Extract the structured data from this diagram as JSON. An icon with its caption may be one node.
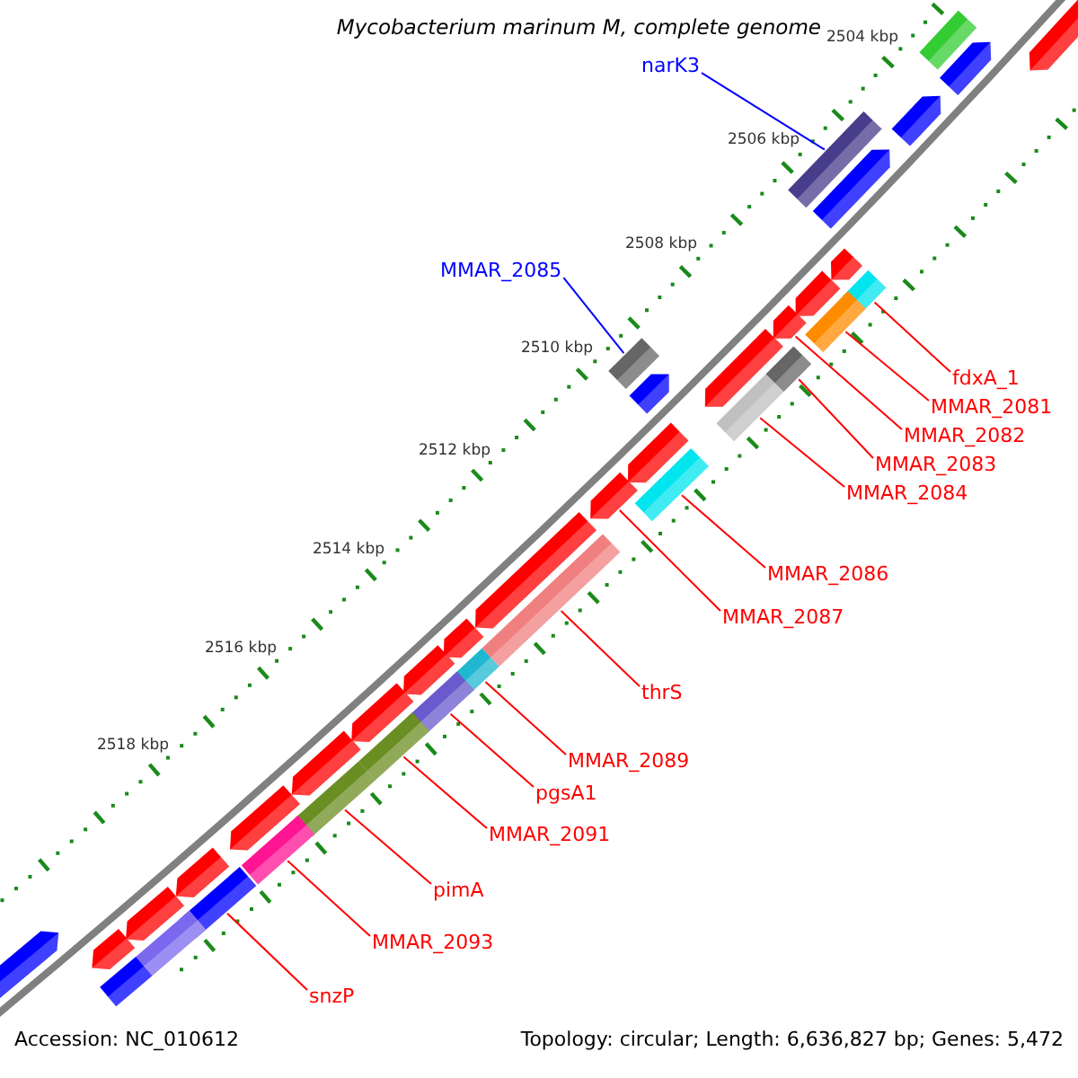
{
  "diagram": {
    "title": "Mycobacterium marinum M, complete genome",
    "nodes": [
      {
        "text": [
          "narK3"
        ]
      },
      {
        "text": [],
        "shape": "bar"
      },
      {
        "text": [
          "MMAR_2085"
        ]
      },
      {
        "text": [],
        "shape": "bar"
      },
      {
        "text": [
          "fdxA_1"
        ]
      },
      {
        "text": [],
        "shape": "bar"
      },
      {
        "text": [
          "MMAR_2081"
        ]
      },
      {
        "text": [],
        "shape": "bar"
      },
      {
        "text": [
          "MMAR_2082"
        ]
      },
      {
        "text": [],
        "shape": "arrow"
      },
      {
        "text": [
          "MMAR_2083"
        ]
      },
      {
        "text": [],
        "shape": "bar"
      },
      {
        "text": [
          "MMAR_2084"
        ]
      },
      {
        "text": [],
        "shape": "bar"
      },
      {
        "text": [
          "MMAR_2086"
        ]
      },
      {
        "text": [],
        "shape": "bar"
      },
      {
        "text": [
          "MMAR_2087"
        ]
      },
      {
        "text": [],
        "shape": "arrow"
      },
      {
        "text": [
          "thrS"
        ]
      },
      {
        "text": [],
        "shape": "bar"
      },
      {
        "text": [
          "MMAR_2089"
        ]
      },
      {
        "text": [],
        "shape": "bar"
      },
      {
        "text": [
          "pgsA1"
        ]
      },
      {
        "text": [],
        "shape": "bar"
      },
      {
        "text": [
          "MMAR_2091"
        ]
      },
      {
        "text": [],
        "shape": "bar"
      },
      {
        "text": [
          "pimA"
        ]
      },
      {
        "text": [],
        "shape": "bar"
      },
      {
        "text": [
          "MMAR_2093"
        ]
      },
      {
        "text": [],
        "shape": "bar"
      },
      {
        "text": [
          "snzP"
        ]
      },
      {
        "text": [],
        "shape": "bar"
      },
      {
        "text": [],
        "shape": "arrow"
      },
      {
        "text": [],
        "shape": "arrow"
      },
      {
        "text": [],
        "shape": "arrow"
      },
      {
        "text": [],
        "shape": "arrow"
      },
      {
        "text": [],
        "shape": "arrow"
      },
      {
        "text": [],
        "shape": "bar"
      },
      {
        "text": [],
        "shape": "arrow"
      },
      {
        "text": [],
        "shape": "arrow"
      },
      {
        "text": [],
        "shape": "arrow"
      },
      {
        "text": [],
        "shape": "arrow"
      },
      {
        "text": [],
        "shape": "arrow"
      },
      {
        "text": [],
        "shape": "arrow"
      },
      {
        "text": [],
        "shape": "arrow"
      },
      {
        "text": [],
        "shape": "arrow"
      },
      {
        "text": [],
        "shape": "arrow"
      },
      {
        "text": [],
        "shape": "arrow"
      },
      {
        "text": [],
        "shape": "arrow"
      },
      {
        "text": [],
        "shape": "arrow"
      },
      {
        "text": [],
        "shape": "arrow"
      },
      {
        "text": [],
        "shape": "arrow"
      },
      {
        "text": [],
        "shape": "arrow"
      },
      {
        "text": [],
        "shape": "bar"
      },
      {
        "text": [],
        "shape": "bar"
      }
    ],
    "edges": [
      {
        "from": 0,
        "to": 1,
        "arrow": "none",
        "color": "#0000ff"
      },
      {
        "from": 2,
        "to": 3,
        "arrow": "none",
        "color": "#0000ff"
      },
      {
        "from": 4,
        "to": 5,
        "arrow": "none"
      },
      {
        "from": 6,
        "to": 7,
        "arrow": "none"
      },
      {
        "from": 8,
        "to": 9,
        "arrow": "none"
      },
      {
        "from": 10,
        "to": 11,
        "arrow": "none"
      },
      {
        "from": 12,
        "to": 13,
        "arrow": "none"
      },
      {
        "from": 14,
        "to": 15,
        "arrow": "none"
      },
      {
        "from": 16,
        "to": 17,
        "arrow": "none"
      },
      {
        "from": 18,
        "to": 19,
        "arrow": "none"
      },
      {
        "from": 20,
        "to": 21,
        "arrow": "none"
      },
      {
        "from": 22,
        "to": 23,
        "arrow": "none"
      },
      {
        "from": 24,
        "to": 25,
        "arrow": "none"
      },
      {
        "from": 26,
        "to": 27,
        "arrow": "none"
      },
      {
        "from": 28,
        "to": 29,
        "arrow": "none"
      },
      {
        "from": 30,
        "to": 31,
        "arrow": "none"
      }
    ],
    "labels": [
      "2504 kbp",
      "2506 kbp",
      "2508 kbp",
      "2510 kbp",
      "2512 kbp",
      "2514 kbp",
      "2516 kbp",
      "2518 kbp",
      "Accession: NC_010612",
      "Topology: circular; Length: 6,636,827 bp; Genes: 5,472"
    ]
  }
}
